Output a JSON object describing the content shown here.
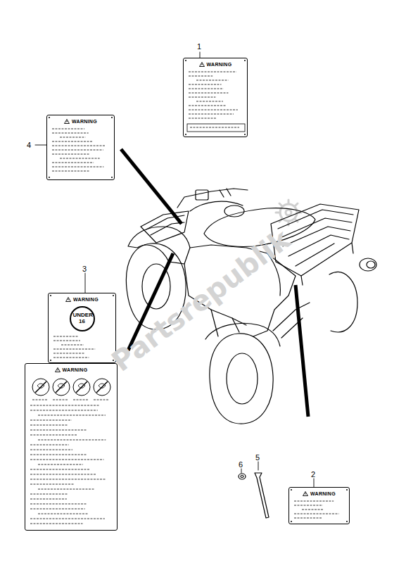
{
  "diagram": {
    "nodes": [
      {
        "text": [
          "WARNING"
        ]
      },
      {
        "text": [
          "WARNING"
        ]
      },
      {
        "text": [
          "WARNING",
          "UNDER 16"
        ]
      },
      {
        "text": [
          "WARNING"
        ]
      },
      {
        "text": [
          "WARNING"
        ]
      }
    ],
    "labels": [
      "1",
      "4",
      "3",
      "2",
      "5",
      "6",
      "Partsrepublik"
    ]
  }
}
